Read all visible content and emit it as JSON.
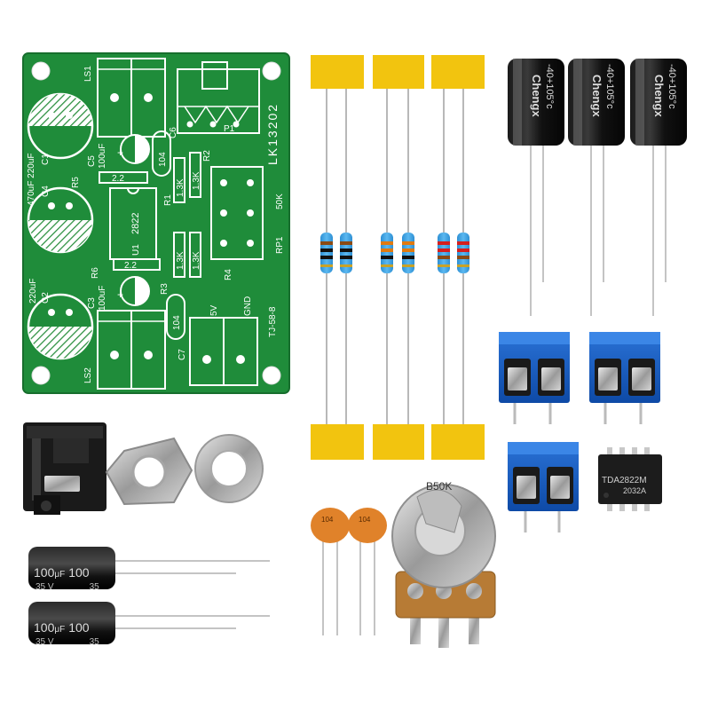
{
  "pcb": {
    "board_id": "LK13202",
    "designators": {
      "c1": "C1",
      "c2": "C2",
      "c3": "C3",
      "c4": "C4",
      "c5": "C5",
      "c6": "C6",
      "c7": "C7",
      "r1": "R1",
      "r2": "R2",
      "r3": "R3",
      "r4": "R4",
      "r5": "R5",
      "r6": "R6",
      "ls1": "LS1",
      "ls2": "LS2",
      "u1": "U1",
      "p1": "P1",
      "rp1": "RP1"
    },
    "values": {
      "c1c4": "470uF 220uF",
      "c2": "220uF",
      "c5": "100uF",
      "c3": "100uF",
      "c6": "104",
      "c7": "104",
      "r_top": "2.2",
      "r_bottom": "2.2",
      "r1": "1.3K",
      "r2": "1.3K",
      "r3": "1.3K",
      "r3b": "1.3K",
      "ic": "2822",
      "pot": "50K"
    },
    "terminals": {
      "vcc": "5V",
      "gnd": "GND"
    },
    "version": "TJ-58-8"
  },
  "capacitors": {
    "brand": "Chengx",
    "rating": "-40+105°c",
    "small_value": "100",
    "small_unit": "μF",
    "small_voltage": "35 V",
    "small_value_b": "100",
    "small_voltage_b": "35"
  },
  "ic_chip": {
    "marking1": "TDA2822M",
    "marking2": "2032A"
  },
  "potentiometer": {
    "label": "B50K"
  },
  "ceramic_caps": {
    "value": "104"
  }
}
